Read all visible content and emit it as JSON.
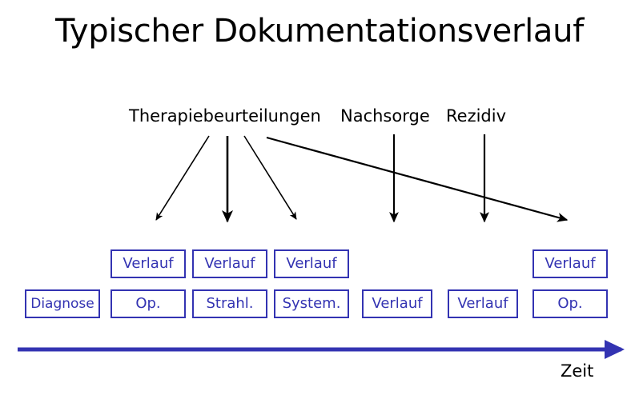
{
  "title": "Typischer Dokumentationsverlauf",
  "colors": {
    "box_border": "#3333b2",
    "box_text": "#3333b2",
    "axis": "#3333b2",
    "arrow": "#000000",
    "text": "#000000",
    "background": "#ffffff"
  },
  "phase_labels": [
    {
      "id": "therapiebeurteilungen",
      "text": "Therapiebeurteilungen"
    },
    {
      "id": "nachsorge",
      "text": "Nachsorge"
    },
    {
      "id": "rezidiv",
      "text": "Rezidiv"
    }
  ],
  "rows": {
    "top": [
      {
        "col": 2,
        "text": "Verlauf"
      },
      {
        "col": 3,
        "text": "Verlauf"
      },
      {
        "col": 4,
        "text": "Verlauf"
      },
      {
        "col": 7,
        "text": "Verlauf"
      }
    ],
    "bottom": [
      {
        "col": 1,
        "text": "Diagnose"
      },
      {
        "col": 2,
        "text": "Op."
      },
      {
        "col": 3,
        "text": "Strahl."
      },
      {
        "col": 4,
        "text": "System."
      },
      {
        "col": 5,
        "text": "Verlauf"
      },
      {
        "col": 6,
        "text": "Verlauf"
      },
      {
        "col": 7,
        "text": "Op."
      }
    ]
  },
  "axis": {
    "label": "Zeit"
  }
}
